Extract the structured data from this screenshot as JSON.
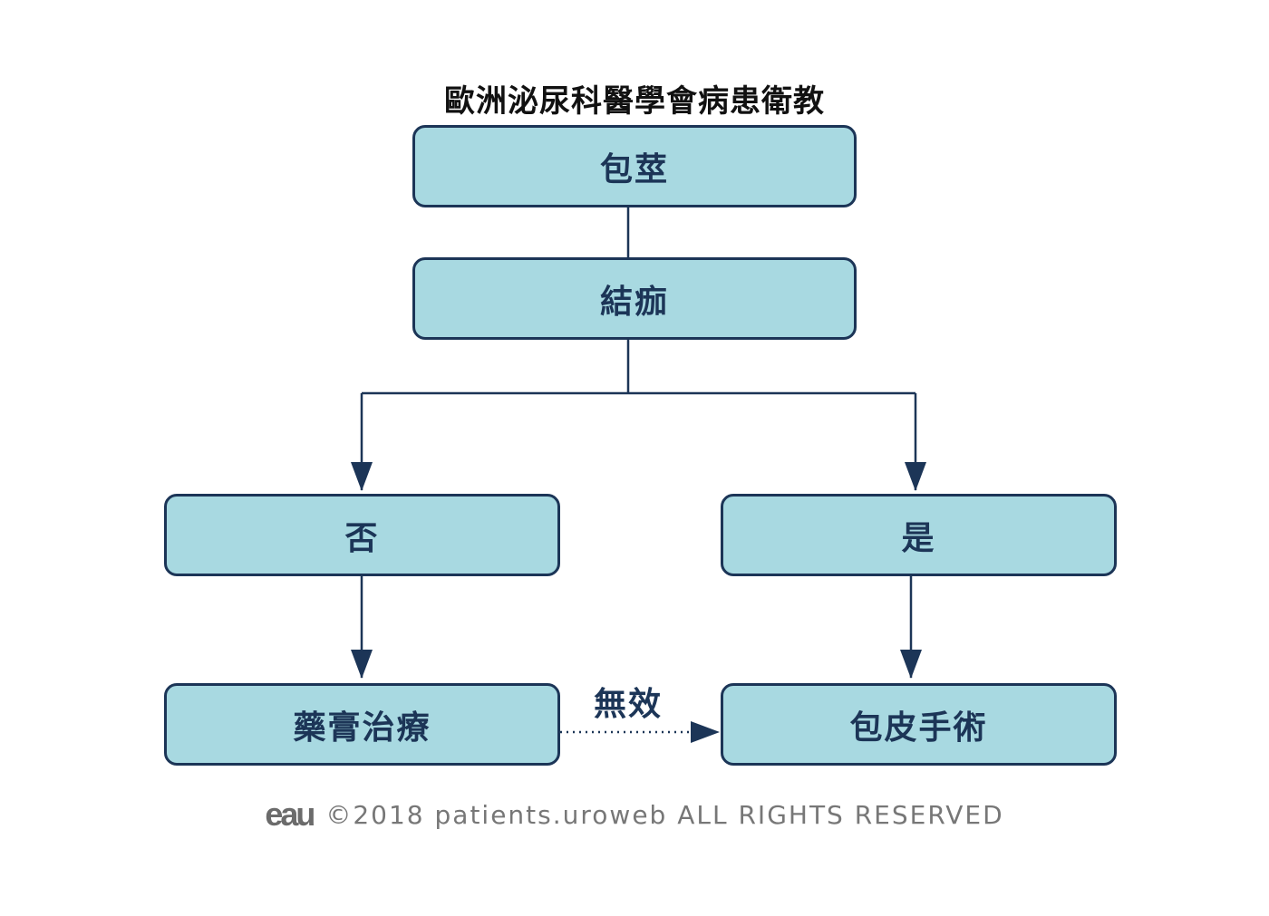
{
  "title": "歐洲泌尿科醫學會病患衛教",
  "nodes": {
    "phimosis": "包莖",
    "scarring": "結痂",
    "no": "否",
    "yes": "是",
    "steroid_cream": "藥膏治療",
    "circumcision": "包皮手術"
  },
  "edges": {
    "ineffective_label": "無效"
  },
  "footer": {
    "logo": "eau",
    "copyright": "©2018 patients.uroweb ALL RIGHTS RESERVED"
  },
  "colors": {
    "node_fill": "#a8d9e1",
    "node_border": "#1c3557",
    "text": "#1c3557",
    "footer_text": "#777777"
  }
}
